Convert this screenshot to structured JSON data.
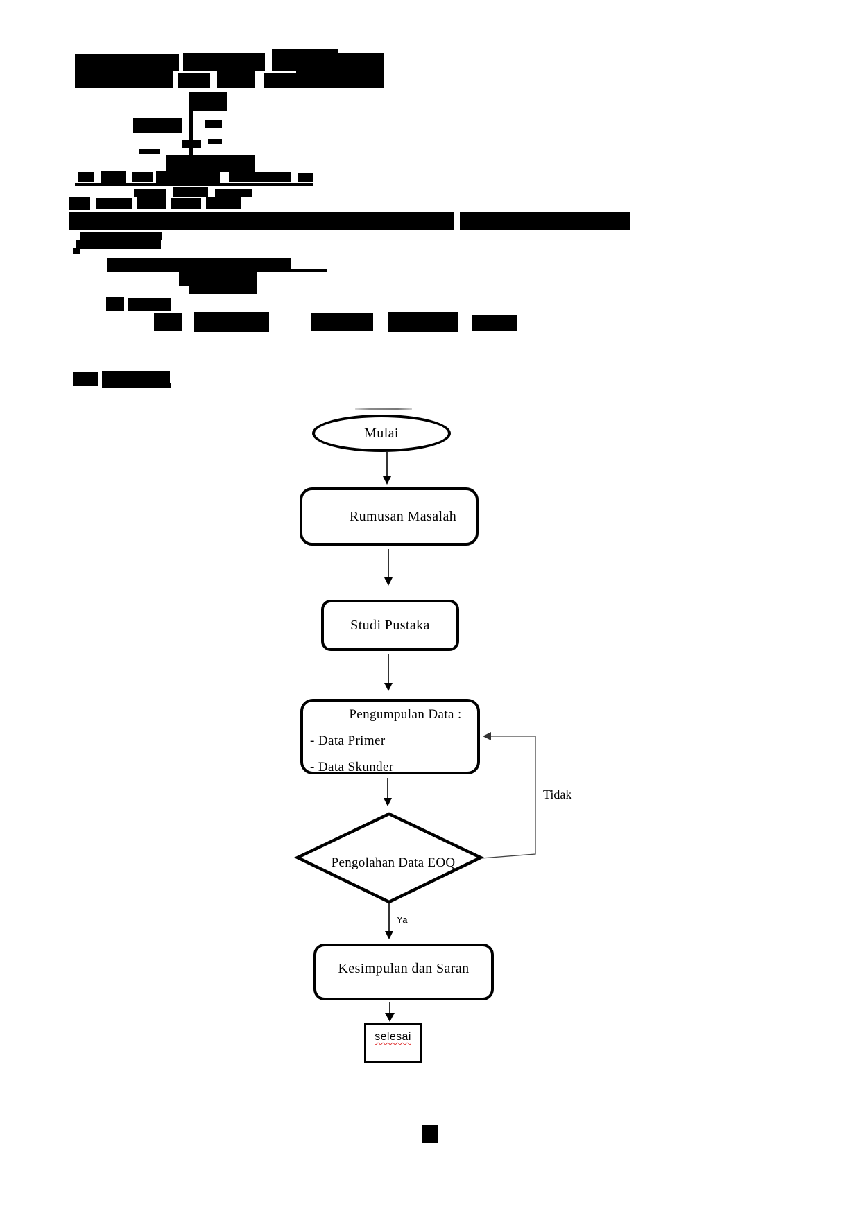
{
  "flowchart": {
    "nodes": {
      "start": {
        "shape": "ellipse",
        "label": "Mulai"
      },
      "problem": {
        "shape": "rounded-rect",
        "label": "Rumusan Masalah"
      },
      "literature": {
        "shape": "rounded-rect",
        "label": "Studi Pustaka"
      },
      "data_collection": {
        "shape": "rounded-rect",
        "title": "Pengumpulan Data :",
        "items": [
          "- Data Primer",
          "- Data Skunder"
        ]
      },
      "decision": {
        "shape": "diamond",
        "label": "Pengolahan Data EOQ"
      },
      "conclusion": {
        "shape": "rounded-rect",
        "label": "Kesimpulan dan Saran"
      },
      "end": {
        "shape": "rect",
        "label": "selesai"
      }
    },
    "edge_labels": {
      "yes": "Ya",
      "no": "Tidak"
    },
    "colors": {
      "stroke": "#000000",
      "spellcheck_underline": "#e03232",
      "feedback_line": "#444444"
    }
  },
  "redactions": {
    "blocks": [
      [
        108,
        78,
        150,
        24
      ],
      [
        264,
        76,
        118,
        26
      ],
      [
        392,
        70,
        95,
        33
      ],
      [
        427,
        76,
        126,
        51
      ],
      [
        108,
        103,
        142,
        24
      ],
      [
        257,
        105,
        46,
        22
      ],
      [
        313,
        103,
        54,
        24
      ],
      [
        380,
        105,
        47,
        22
      ],
      [
        273,
        133,
        6,
        92
      ],
      [
        278,
        133,
        49,
        27
      ],
      [
        295,
        173,
        25,
        12
      ],
      [
        192,
        170,
        71,
        22
      ],
      [
        263,
        202,
        27,
        11
      ],
      [
        300,
        200,
        20,
        8
      ],
      [
        240,
        223,
        128,
        25
      ],
      [
        200,
        215,
        30,
        7
      ],
      [
        113,
        248,
        22,
        14
      ],
      [
        145,
        246,
        37,
        18
      ],
      [
        190,
        248,
        30,
        14
      ],
      [
        225,
        246,
        92,
        18
      ],
      [
        330,
        248,
        90,
        14
      ],
      [
        430,
        250,
        22,
        12
      ],
      [
        108,
        264,
        344,
        5
      ],
      [
        193,
        272,
        47,
        12
      ],
      [
        250,
        270,
        50,
        14
      ],
      [
        310,
        272,
        53,
        12
      ],
      [
        100,
        284,
        30,
        19
      ],
      [
        138,
        286,
        52,
        16
      ],
      [
        198,
        284,
        42,
        18
      ],
      [
        247,
        286,
        43,
        16
      ],
      [
        297,
        284,
        50,
        18
      ],
      [
        100,
        306,
        555,
        26
      ],
      [
        663,
        306,
        245,
        26
      ],
      [
        115,
        335,
        118,
        11
      ],
      [
        110,
        346,
        122,
        13
      ],
      [
        105,
        358,
        11,
        8
      ],
      [
        155,
        372,
        265,
        18
      ],
      [
        155,
        388,
        317,
        4
      ],
      [
        258,
        392,
        112,
        20
      ],
      [
        272,
        412,
        98,
        12
      ],
      [
        153,
        428,
        26,
        20
      ],
      [
        184,
        430,
        62,
        18
      ],
      [
        222,
        452,
        40,
        26
      ],
      [
        280,
        450,
        108,
        29
      ],
      [
        448,
        452,
        90,
        26
      ],
      [
        560,
        450,
        100,
        29
      ],
      [
        680,
        454,
        65,
        24
      ],
      [
        105,
        537,
        36,
        20
      ],
      [
        147,
        535,
        98,
        24
      ],
      [
        210,
        553,
        36,
        7
      ],
      [
        608,
        1623,
        24,
        25
      ]
    ]
  }
}
